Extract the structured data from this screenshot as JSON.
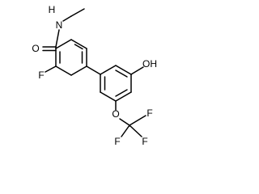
{
  "molecule": {
    "bond_color": "#000000",
    "label_color": "#000000",
    "background": "#ffffff",
    "atom_labels": {
      "amide_h": "H",
      "amide_n": "N",
      "amide_o": "O",
      "fluoro": "F",
      "hydroxyl": "OH",
      "ether_o": "O",
      "cf3_f_top": "F",
      "cf3_f_left": "F",
      "cf3_f_right": "F"
    }
  }
}
